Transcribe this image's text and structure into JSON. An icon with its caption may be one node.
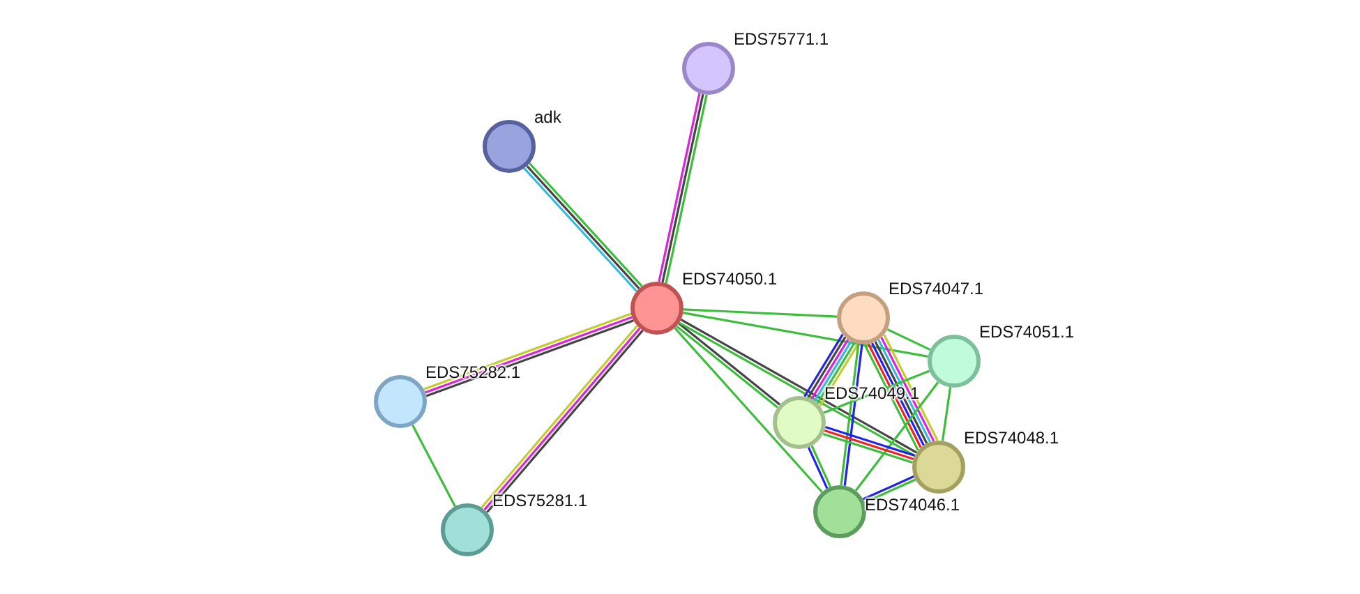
{
  "diagram": {
    "nodes": [
      {
        "text": [
          "EDS74050.1"
        ]
      },
      {
        "text": [
          "EDS75771.1"
        ]
      },
      {
        "text": [
          "adk"
        ]
      },
      {
        "text": [
          "EDS74047.1"
        ]
      },
      {
        "text": [
          "EDS74051.1"
        ]
      },
      {
        "text": [
          "EDS75282.1"
        ]
      },
      {
        "text": [
          "EDS74049.1"
        ]
      },
      {
        "text": [
          "EDS74048.1"
        ]
      },
      {
        "text": [
          "EDS74046.1"
        ]
      },
      {
        "text": [
          "EDS75281.1"
        ]
      }
    ],
    "edges": [
      {
        "from": 0,
        "to": 1,
        "arrow": "none",
        "color": "#dd22dd"
      },
      {
        "from": 0,
        "to": 1,
        "arrow": "none",
        "color": "#444444"
      },
      {
        "from": 0,
        "to": 1,
        "arrow": "none"
      },
      {
        "from": 0,
        "to": 2,
        "arrow": "none",
        "color": "#33bbdd"
      },
      {
        "from": 0,
        "to": 2,
        "arrow": "none",
        "color": "#444444"
      },
      {
        "from": 0,
        "to": 2,
        "arrow": "none"
      },
      {
        "from": 0,
        "to": 3,
        "arrow": "none"
      },
      {
        "from": 0,
        "to": 4,
        "arrow": "none"
      },
      {
        "from": 0,
        "to": 5,
        "arrow": "none",
        "color": "#444444"
      },
      {
        "from": 0,
        "to": 5,
        "arrow": "none",
        "color": "#dd22dd"
      },
      {
        "from": 0,
        "to": 5,
        "arrow": "none",
        "color": "#c4cc2c"
      },
      {
        "from": 0,
        "to": 6,
        "arrow": "none",
        "color": "#444444"
      },
      {
        "from": 0,
        "to": 6,
        "arrow": "none"
      },
      {
        "from": 0,
        "to": 7,
        "arrow": "none",
        "color": "#444444"
      },
      {
        "from": 0,
        "to": 7,
        "arrow": "none"
      },
      {
        "from": 0,
        "to": 8,
        "arrow": "none"
      },
      {
        "from": 0,
        "to": 9,
        "arrow": "none",
        "color": "#444444"
      },
      {
        "from": 0,
        "to": 9,
        "arrow": "none",
        "color": "#dd22dd"
      },
      {
        "from": 0,
        "to": 9,
        "arrow": "none",
        "color": "#c4cc2c"
      },
      {
        "from": 3,
        "to": 4,
        "arrow": "none"
      },
      {
        "from": 3,
        "to": 6,
        "arrow": "none",
        "color": "#c4cc2c"
      },
      {
        "from": 3,
        "to": 6,
        "arrow": "none"
      },
      {
        "from": 3,
        "to": 6,
        "arrow": "none",
        "color": "#33bbdd"
      },
      {
        "from": 3,
        "to": 6,
        "arrow": "none",
        "color": "#dd22dd"
      },
      {
        "from": 3,
        "to": 6,
        "arrow": "none",
        "color": "#444444"
      },
      {
        "from": 3,
        "to": 6,
        "arrow": "none",
        "color": "#2222ee"
      },
      {
        "from": 3,
        "to": 7,
        "arrow": "none",
        "color": "#c4cc2c"
      },
      {
        "from": 3,
        "to": 7,
        "arrow": "none",
        "color": "#dd22dd"
      },
      {
        "from": 3,
        "to": 7,
        "arrow": "none",
        "color": "#33bbdd"
      },
      {
        "from": 3,
        "to": 7,
        "arrow": "none",
        "color": "#444444"
      },
      {
        "from": 3,
        "to": 7,
        "arrow": "none",
        "color": "#2222ee"
      },
      {
        "from": 3,
        "to": 7,
        "arrow": "none",
        "color": "#ee2222"
      },
      {
        "from": 3,
        "to": 7,
        "arrow": "none"
      },
      {
        "from": 3,
        "to": 8,
        "arrow": "none",
        "color": "#2222ee"
      },
      {
        "from": 3,
        "to": 8,
        "arrow": "none"
      },
      {
        "from": 4,
        "to": 6,
        "arrow": "none"
      },
      {
        "from": 4,
        "to": 7,
        "arrow": "none"
      },
      {
        "from": 4,
        "to": 8,
        "arrow": "none"
      },
      {
        "from": 5,
        "to": 9,
        "arrow": "none"
      },
      {
        "from": 6,
        "to": 7,
        "arrow": "none",
        "color": "#2222ee"
      },
      {
        "from": 6,
        "to": 7,
        "arrow": "none",
        "color": "#ee2222"
      },
      {
        "from": 6,
        "to": 7,
        "arrow": "none"
      },
      {
        "from": 6,
        "to": 8,
        "arrow": "none"
      },
      {
        "from": 6,
        "to": 8,
        "arrow": "none",
        "color": "#2222ee"
      },
      {
        "from": 7,
        "to": 8,
        "arrow": "none"
      },
      {
        "from": 7,
        "to": 8,
        "arrow": "none",
        "color": "#2222ee"
      }
    ]
  }
}
